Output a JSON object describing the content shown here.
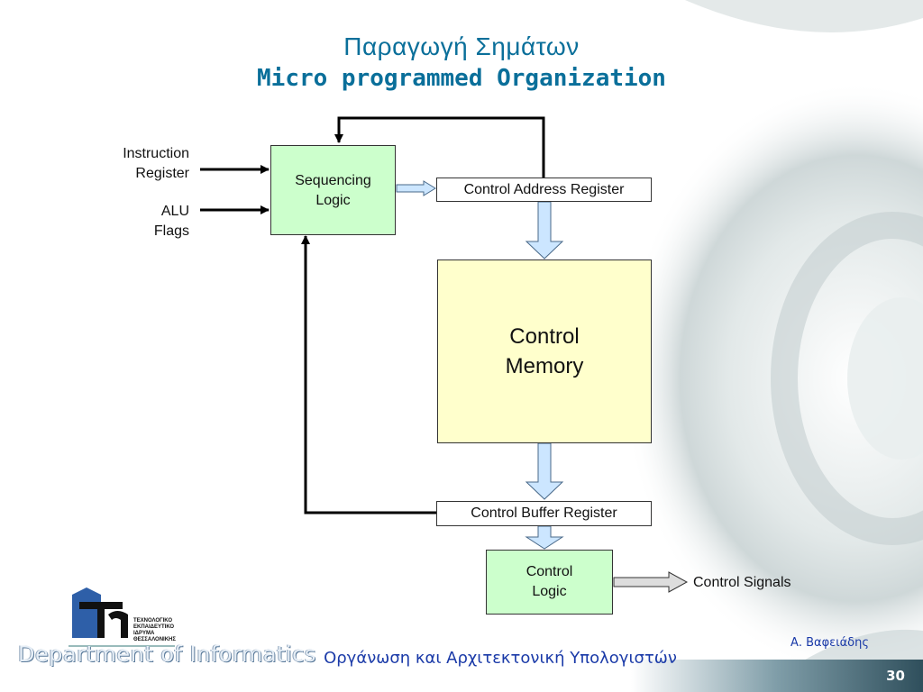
{
  "slide": {
    "title_line1": "Παραγωγή Σημάτων",
    "title_line2": "Micro programmed Organization"
  },
  "diagram": {
    "inputs": {
      "instruction_register": "Instruction\nRegister",
      "alu_flags": "ALU\nFlags"
    },
    "sequencing_logic": "Sequencing\nLogic",
    "control_address_register": "Control Address Register",
    "control_memory": "Control\nMemory",
    "control_buffer_register": "Control Buffer Register",
    "control_logic": "Control\nLogic",
    "control_signals": "Control Signals"
  },
  "footer": {
    "course": "Οργάνωση και Αρχιτεκτονική Υπολογιστών",
    "author": "Α. Βαφειάδης",
    "page": "30",
    "department": "Department of Informatics",
    "logo_text": "ΤΕΧΝΟΛΟΓΙΚΟ\nΕΚΠΑΙΔΕΥΤΙΚΟ\nΙΔΡΥΜΑ\nΘΕΣΣΑΛΟΝΙΚΗΣ"
  },
  "colors": {
    "title": "#0a6f9a",
    "box_green": "#ccffcc",
    "box_yellow": "#ffffcc",
    "hollow_arrow": "#cce6ff",
    "footer_text": "#1a3aa8"
  }
}
